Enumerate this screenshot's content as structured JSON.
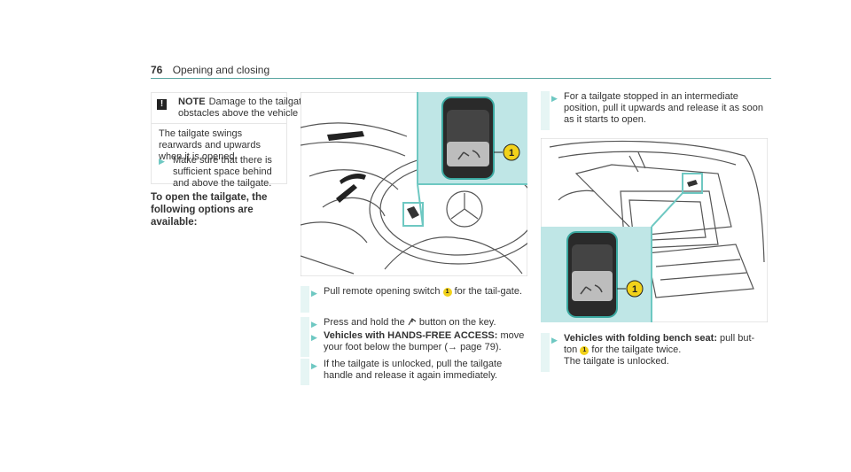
{
  "header": {
    "page_number": "76",
    "section": "Opening and closing"
  },
  "note": {
    "label": "NOTE",
    "title_line1": "Damage to the tailgate caused by",
    "title_line2": "obstacles above the vehicle",
    "body": "The tailgate swings rearwards and upwards when it is opened.",
    "step": "Make sure that there is sufficient space behind and above the tailgate."
  },
  "heading": "To open the tailgate, the following options are available:",
  "callout_number": "1",
  "steps_mid": {
    "s1_pre": "Pull remote opening switch",
    "s1_post": "for the tail-gate.",
    "s2_pre": "Press and hold the",
    "s2_post": "button on the key.",
    "s3_bold": "Vehicles with HANDS-FREE ACCESS:",
    "s3_text": "move your foot below the bumper (→ page 79).",
    "s4": "If the tailgate is unlocked, pull the tailgate handle and release it again immediately."
  },
  "steps_right": {
    "r1": "For a tailgate stopped in an intermediate position, pull it upwards and release it as soon as it starts to open.",
    "r2_bold": "Vehicles with folding bench seat:",
    "r2_pre": "pull but-ton",
    "r2_post": "for the tailgate twice.",
    "r2_line2": "The tailgate is unlocked."
  },
  "icons": {
    "warning": "warning-icon",
    "step_arrow": "step-arrow-icon",
    "tailgate_key": "tailgate-key-icon"
  },
  "colors": {
    "accent": "#6ec8c2",
    "callout_bg": "#bfe6e6",
    "badge": "#f2d21a"
  }
}
